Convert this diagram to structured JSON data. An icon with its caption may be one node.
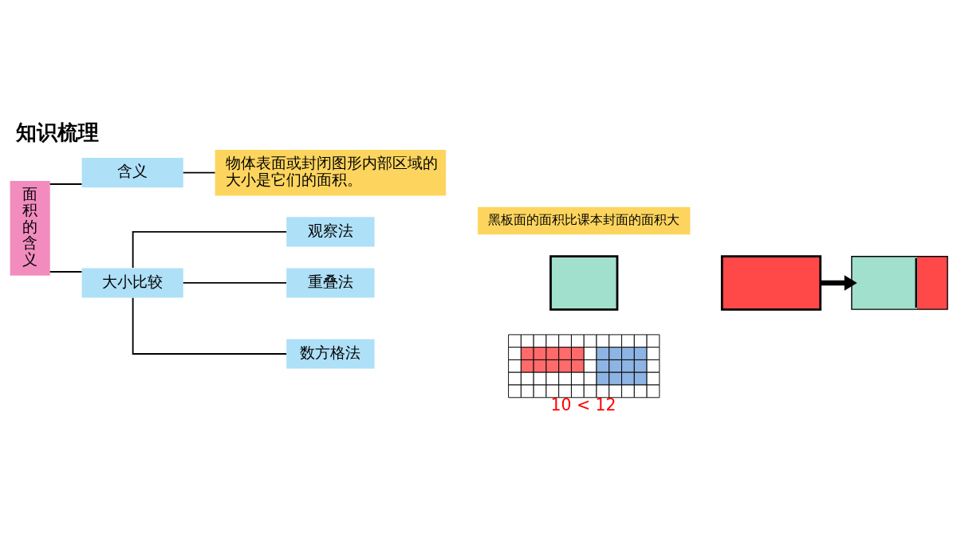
{
  "diagram": {
    "title": "知识梳理",
    "nodes": [
      {
        "text": [
          "面积的含义"
        ]
      },
      {
        "text": [
          "含义"
        ]
      },
      {
        "text": [
          "物体表面或封闭图形内部区域的大小是它们的面积。"
        ]
      },
      {
        "text": [
          "大小比较"
        ]
      },
      {
        "text": [
          "观察法"
        ]
      },
      {
        "text": [
          "黑板面的面积比课本封面的面积大"
        ]
      },
      {
        "text": [
          "重叠法"
        ]
      },
      {
        "text": [
          "数方格法"
        ]
      },
      {
        "text": [],
        "shape": "box"
      },
      {
        "text": [],
        "shape": "box"
      },
      {
        "text": [],
        "shape": "box"
      }
    ],
    "edges": [
      {
        "from": 0,
        "to": 1,
        "arrow": "none"
      },
      {
        "from": 0,
        "to": 3,
        "arrow": "none"
      },
      {
        "from": 1,
        "to": 2,
        "arrow": "none"
      },
      {
        "from": 3,
        "to": 4,
        "arrow": "none"
      },
      {
        "from": 3,
        "to": 6,
        "arrow": "none"
      },
      {
        "from": 3,
        "to": 7,
        "arrow": "none"
      },
      {
        "from": 9,
        "to": 10,
        "arrow": "to",
        "style": "thick"
      }
    ],
    "labels": [
      "10 < 12"
    ]
  }
}
